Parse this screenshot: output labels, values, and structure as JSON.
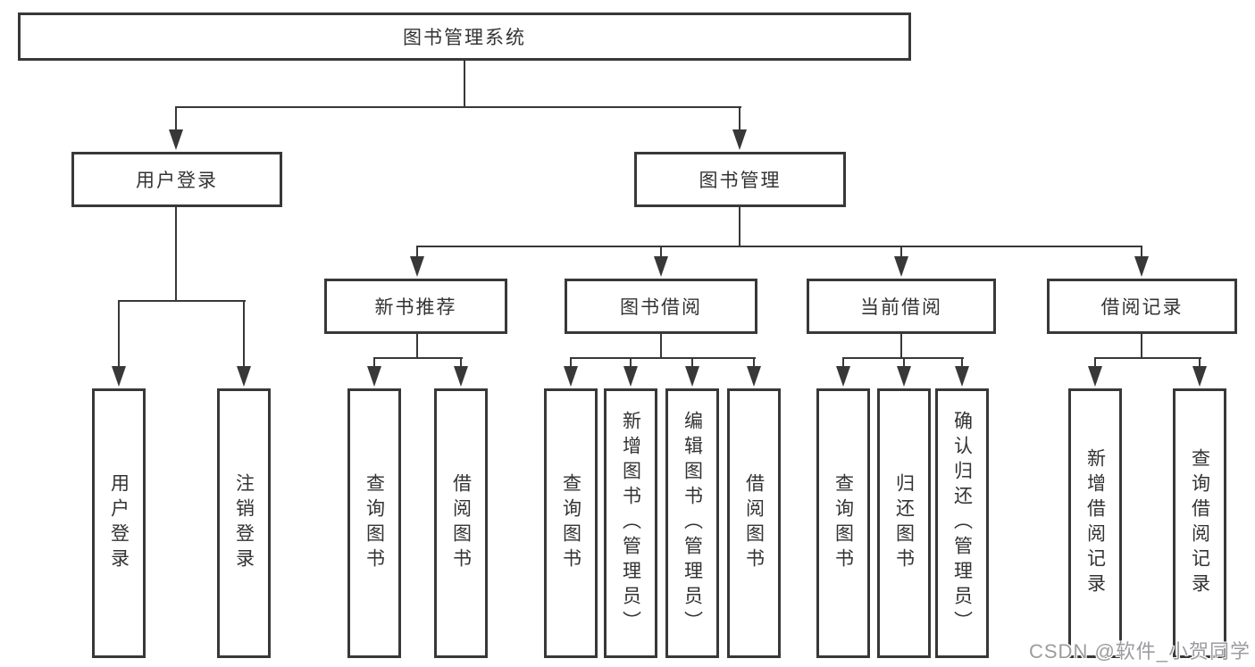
{
  "colors": {
    "line": "#383838",
    "text": "#333333",
    "background": "#ffffff",
    "watermark": "#9c9ca0"
  },
  "watermark": {
    "text": "CSDN @软件_小贺同学"
  },
  "tree": {
    "root": {
      "label": "图书管理系统"
    },
    "branches": [
      {
        "label": "用户登录",
        "children": [
          {
            "label": "用户登录"
          },
          {
            "label": "注销登录"
          }
        ]
      },
      {
        "label": "图书管理",
        "children": [
          {
            "label": "新书推荐",
            "children": [
              {
                "label": "查询图书"
              },
              {
                "label": "借阅图书"
              }
            ]
          },
          {
            "label": "图书借阅",
            "children": [
              {
                "label": "查询图书"
              },
              {
                "label": "新增图书（管理员）"
              },
              {
                "label": "编辑图书（管理员）"
              },
              {
                "label": "借阅图书"
              }
            ]
          },
          {
            "label": "当前借阅",
            "children": [
              {
                "label": "查询图书"
              },
              {
                "label": "归还图书"
              },
              {
                "label": "确认归还（管理员）"
              }
            ]
          },
          {
            "label": "借阅记录",
            "children": [
              {
                "label": "新增借阅记录"
              },
              {
                "label": "查询借阅记录"
              }
            ]
          }
        ]
      }
    ]
  }
}
